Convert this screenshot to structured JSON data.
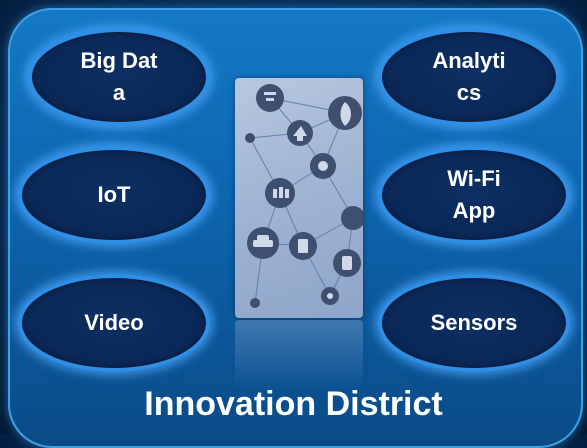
{
  "bubbles": {
    "big_data": "Big Data",
    "analytics": "Analytics",
    "iot": "IoT",
    "wifi_app": "Wi-Fi App",
    "video": "Video",
    "sensors": "Sensors"
  },
  "title": "Innovation District",
  "colors": {
    "panel": "#0d64ad",
    "bubble_fill": "#0a2756",
    "bubble_glow": "#2f8fe6",
    "text": "#ffffff"
  },
  "image": {
    "icons": [
      "network-node-icon",
      "leaf-icon",
      "arrow-icon",
      "gear-icon",
      "people-icon",
      "car-icon",
      "trash-bin-icon",
      "railway-icon",
      "pin-icon"
    ]
  }
}
